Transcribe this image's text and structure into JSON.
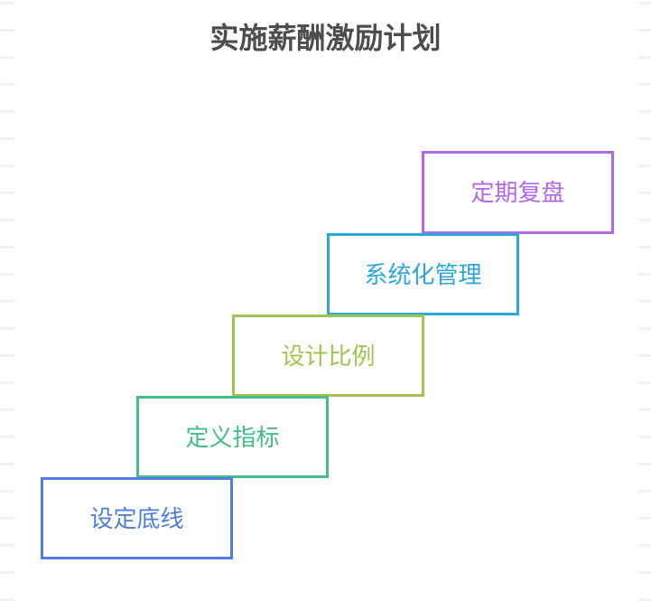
{
  "title": "实施薪酬激励计划",
  "title_color": "#4d4d4d",
  "background_color": "#ffffff",
  "edge_tick_color": "#f3f1f2",
  "diagram": {
    "type": "staircase-steps",
    "direction": "bottom-left to top-right",
    "steps": [
      {
        "order": 1,
        "label": "设定底线",
        "color": "#4e7ddb"
      },
      {
        "order": 2,
        "label": "定义指标",
        "color": "#44bd87"
      },
      {
        "order": 3,
        "label": "设计比例",
        "color": "#9fc44f"
      },
      {
        "order": 4,
        "label": "系统化管理",
        "color": "#2aa9d8"
      },
      {
        "order": 5,
        "label": "定期复盘",
        "color": "#b368e8"
      }
    ]
  }
}
